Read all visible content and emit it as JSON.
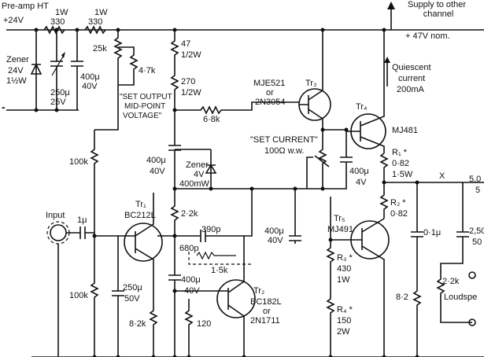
{
  "rails": {
    "preamp_ht": "Pre-amp HT",
    "plus24": "+24V",
    "minus": "-",
    "supply_note": "Supply to other",
    "supply_note2": "channel",
    "plus47": "+ 47V nom.",
    "quiescent1": "Quiescent",
    "quiescent2": "current",
    "quiescent3": "200mA"
  },
  "resistors": {
    "r330a_w": "1W",
    "r330a_v": "330",
    "r330b_w": "1W",
    "r330b_v": "330",
    "r25k": "25k",
    "r4k7": "4·7k",
    "r47": "47",
    "r47w": "1/2W",
    "r270": "270",
    "r270w": "1/2W",
    "r6k8": "6·8k",
    "r100k_top": "100k",
    "r100k_bot": "100k",
    "r2k2": "2·2k",
    "r1k5": "1·5k",
    "r8k2": "8·2k",
    "r120": "120",
    "r100ww": "100Ω  w.w.",
    "r1": "R₁ *",
    "r1v": "0·82",
    "r1w": "1·5W",
    "r2": "R₂ *",
    "r2v": "0·82",
    "r3": "R₃ *",
    "r3v": "430",
    "r3w": "1W",
    "r4": "R₄ *",
    "r4v": "150",
    "r4w": "2W",
    "r8k2_out": "8·2",
    "r2k2_out": "2·2k"
  },
  "capacitors": {
    "c250_top": "250μ",
    "c250_top_v": "25V",
    "c400_top": "400μ",
    "c400_top_v": "40V",
    "c400_mid": "400μ",
    "c400_mid_v": "40V",
    "c400_zener": "400mW",
    "c400_set": "400μ",
    "c400_set_v": "4V",
    "c1u": "1μ",
    "c390p": "390p",
    "c680p": "680p",
    "c400_lo": "400μ",
    "c400_lo_v": "40V",
    "c400_r3": "400μ",
    "c400_r3_v": "40V",
    "c250_lo": "250μ",
    "c250_lo_v": "50V",
    "c01u": "0·1μ",
    "c2500": "2,50",
    "c2500_v": "50",
    "c5000": "5,0",
    "c5000_v": "5"
  },
  "semis": {
    "zener1": "Zener",
    "zener1_v": "24V",
    "zener1_w": "1½W",
    "zener2": "Zener",
    "zener2_v": "4V",
    "tr1": "Tr₁",
    "tr1_t": "BC212L",
    "tr2": "Tr₂",
    "tr2_t": "BC182L",
    "tr2_or": "or",
    "tr2_t2": "2N1711",
    "tr3": "Tr₃",
    "tr3_t": "MJE521",
    "tr3_or": "or",
    "tr3_t2": "2N3054",
    "tr4": "Tr₄",
    "tr4_t": "MJ481",
    "tr5": "Tr₅",
    "tr5_t": "MJ491"
  },
  "notes": {
    "set_out1": "\"SET OUTPUT",
    "set_out2": "MID-POINT",
    "set_out3": "VOLTAGE\"",
    "set_cur": "\"SET CURRENT\"",
    "set_cur_v": "100Ω  w.w.",
    "input": "Input",
    "x": "X",
    "loudspeaker": "Loudspe"
  }
}
